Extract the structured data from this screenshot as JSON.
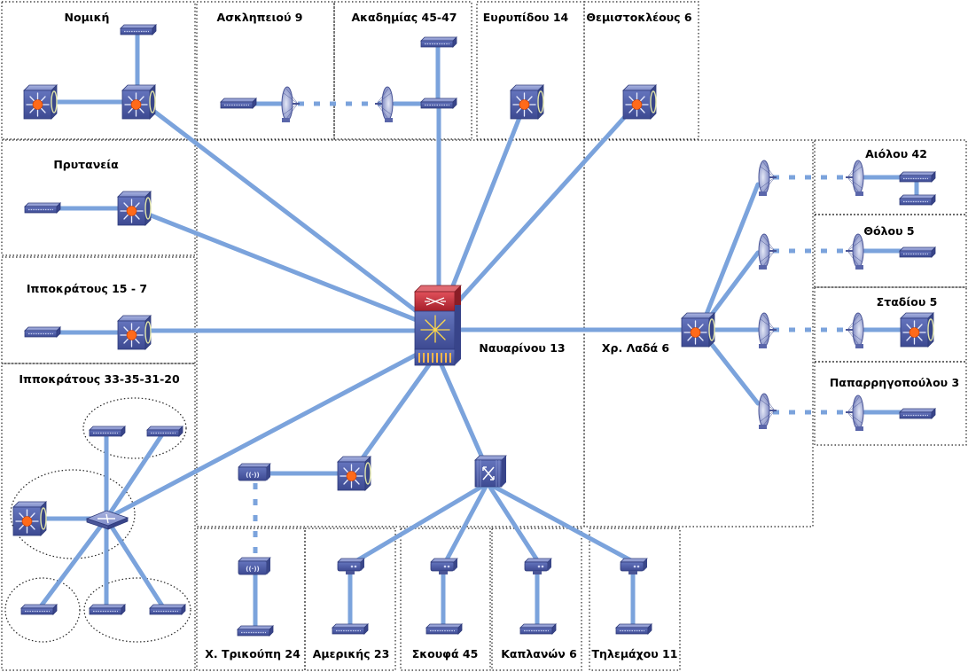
{
  "sites": {
    "nomiki": "Νομική",
    "asklipiou": "Ασκληπειού 9",
    "akadimias": "Ακαδημίας 45-47",
    "evripidou": "Ευρυπίδου 14",
    "themistokleous": "Θεμιστοκλέους 6",
    "prytaneia": "Πρυτανεία",
    "ippokratous15": "Ιπποκράτους 15 - 7",
    "ippokratous33": "Ιπποκράτους 33-35-31-20",
    "navarinou": "Ναυαρίνου 13",
    "lada": "Χρ. Λαδά 6",
    "aiolou": "Αιόλου 42",
    "tholou": "Θόλου 5",
    "stadiou": "Σταδίου 5",
    "paparrigopoulou": "Παπαρρηγοπούλου 3",
    "trikoupi": "Χ. Τρικούπη 24",
    "amerikis": "Αμερικής 23",
    "skoufa": "Σκουφά 45",
    "kaplanon": "Καπλανών 6",
    "tilemachou": "Τηλεμάχου 11"
  },
  "colors": {
    "link": "#7ba3dc",
    "device_blue": "#5a6bb4",
    "core_red": "#c0303a",
    "center_dot": "#ff6a1a"
  },
  "icons": [
    "switch-icon",
    "multilayer-switch-icon",
    "core-router-icon",
    "wireless-bridge-icon",
    "antenna-icon",
    "atm-switch-icon",
    "modem-icon"
  ]
}
